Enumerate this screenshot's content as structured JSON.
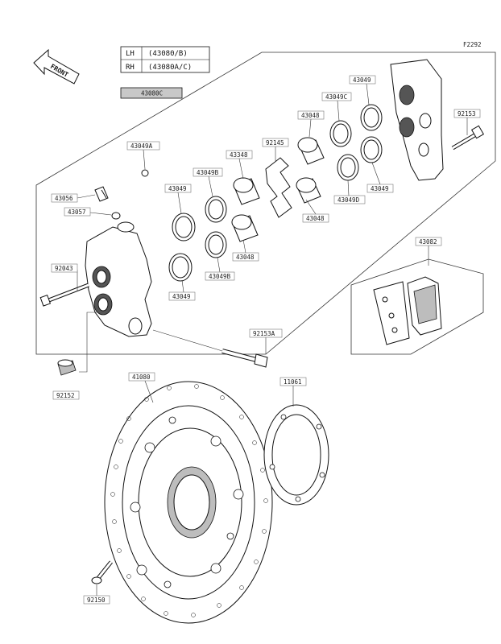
{
  "figure_code": "F2292",
  "direction_label": "FRONT",
  "variant_table": [
    {
      "side": "LH",
      "code": "(43080/B)"
    },
    {
      "side": "RH",
      "code": "(43080A/C)"
    }
  ],
  "assembly_label": "43080C",
  "callouts": [
    {
      "id": "43049-top-right",
      "text": "43049"
    },
    {
      "id": "43049C",
      "text": "43049C"
    },
    {
      "id": "43048-top",
      "text": "43048"
    },
    {
      "id": "92153",
      "text": "92153"
    },
    {
      "id": "92145",
      "text": "92145"
    },
    {
      "id": "43349",
      "text": "43348"
    },
    {
      "id": "43049B-upper",
      "text": "43049B"
    },
    {
      "id": "43049A",
      "text": "43049A"
    },
    {
      "id": "43049-left",
      "text": "43049"
    },
    {
      "id": "43056",
      "text": "43056"
    },
    {
      "id": "43057",
      "text": "43057"
    },
    {
      "id": "43049D",
      "text": "43049D"
    },
    {
      "id": "43049-right",
      "text": "43049"
    },
    {
      "id": "43048-mid",
      "text": "43048"
    },
    {
      "id": "43048-low",
      "text": "43048"
    },
    {
      "id": "92043",
      "text": "92043"
    },
    {
      "id": "43049B-lower",
      "text": "43049B"
    },
    {
      "id": "43049-bottom",
      "text": "43049"
    },
    {
      "id": "43082",
      "text": "43082"
    },
    {
      "id": "92153A",
      "text": "92153A"
    },
    {
      "id": "92152",
      "text": "92152"
    },
    {
      "id": "41080",
      "text": "41080"
    },
    {
      "id": "11061",
      "text": "11061"
    },
    {
      "id": "92150",
      "text": "92150"
    }
  ]
}
